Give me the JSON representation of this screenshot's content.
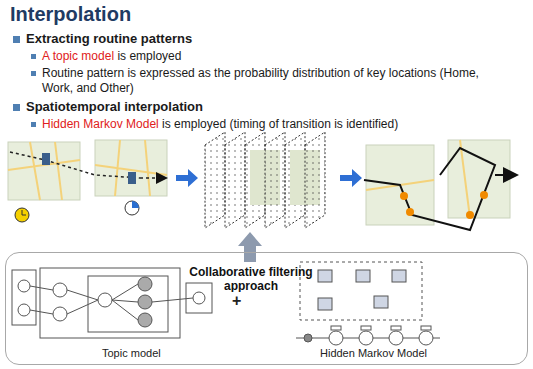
{
  "diagram": {
    "title": "Interpolation",
    "nodes": [
      {
        "text": [
          "Collaborative filtering approach"
        ]
      }
    ],
    "labels": [
      "Extracting routine patterns",
      "A topic model",
      "is employed",
      "Routine pattern is expressed as the probability distribution of key locations (Home, Work, and Other)",
      "Spatiotemporal interpolation",
      "Hidden Markov Model",
      "is employed (timing of transition is identified)",
      "Topic model",
      "+",
      "Hidden Markov Model"
    ]
  }
}
